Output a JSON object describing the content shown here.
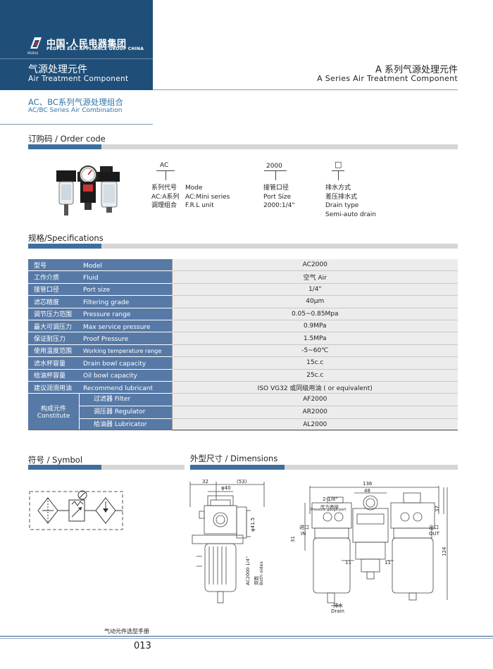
{
  "header": {
    "brand_cn": "中国·人民电器集团",
    "brand_en": "PEOPLE ELE. APPLIANCE GROUP CHINA",
    "logo_word": "PEOPLE",
    "category_cn": "气源处理元件",
    "category_en": "Air Treatment Component",
    "series_cn": "A 系列气源处理元件",
    "series_en": "A Series Air Treatment Component",
    "sub_cn": "AC、BC系列气源处理组合",
    "sub_en": "AC/BC Series Air Combination"
  },
  "order_code": {
    "title": "订购码 / Order code",
    "code1": "AC",
    "code2": "2000",
    "code3": "□",
    "col1": [
      "系列代号",
      "AC:A系列",
      "调理组合"
    ],
    "col2": [
      "Mode",
      "AC:Mini series",
      "F.R.L unit"
    ],
    "col3": [
      "接管口径",
      "Port Size",
      "2000:1/4\""
    ],
    "col4": [
      "排水方式",
      "差压排水式",
      "Drain type",
      "Semi-auto drain"
    ]
  },
  "specifications": {
    "title": "规格/Specifications",
    "rows": [
      {
        "cn": "型号",
        "en": "Model",
        "value": "AC2000"
      },
      {
        "cn": "工作介质",
        "en": "Fluid",
        "value": "空气   Air"
      },
      {
        "cn": "接管口径",
        "en": "Port size",
        "value": "1/4\""
      },
      {
        "cn": "滤芯精度",
        "en": "Filtering grade",
        "value": "40μm"
      },
      {
        "cn": "调节压力范围",
        "en": "Pressure range",
        "value": "0.05~0.85Mpa"
      },
      {
        "cn": "最大可调压力",
        "en": "Max service pressure",
        "value": "0.9MPa"
      },
      {
        "cn": "保证耐压力",
        "en": "Proof Pressure",
        "value": "1.5MPa"
      },
      {
        "cn": "使用温度范围",
        "en": "Working temperature range",
        "value": "-5~60℃"
      },
      {
        "cn": "滤水杯容量",
        "en": "Drain bowl capacity",
        "value": "15c.c"
      },
      {
        "cn": "给油杯容量",
        "en": "Oil bowl capacity",
        "value": "25c.c"
      },
      {
        "cn": "建议润滑用油",
        "en": "Recommend lubricant",
        "value": "ISO  VG32 或同级用油 ( or equivalent)"
      }
    ],
    "constitute_cn": "构成元件",
    "constitute_en": "Constitute",
    "sub_rows": [
      {
        "label": "过滤器 Filter",
        "value": "AF2000"
      },
      {
        "label": "调压器 Regulator",
        "value": "AR2000"
      },
      {
        "label": "给油器 Lubricator",
        "value": "AL2000"
      }
    ]
  },
  "symbol": {
    "title": "符号 / Symbol"
  },
  "dimensions": {
    "title": "外型尺寸 / Dimensions",
    "left": {
      "d32": "32",
      "d53": "(53)",
      "d40": "φ40",
      "d415": "φ41.5",
      "port": "AC2000 1/4\"",
      "both_cn": "双面",
      "both_en": "Both sides"
    },
    "right": {
      "d136": "136",
      "d48": "48",
      "thread": "2-1/8\"",
      "gauge_cn": "压力表接",
      "gauge_en": "Pressure gauge port",
      "in_cn": "进口",
      "in_en": "IN",
      "out_cn": "出口",
      "out_en": "OUT",
      "d31": "31",
      "d11a": "11",
      "d11b": "11",
      "d37": "37",
      "d124": "124",
      "drain_cn": "排水",
      "drain_en": "Drain"
    }
  },
  "footer": {
    "caption": "气动元件选型手册",
    "page": "013"
  },
  "colors": {
    "navy": "#1f4f78",
    "table_label": "#5779a6",
    "accent_blue": "#2e74a6"
  }
}
